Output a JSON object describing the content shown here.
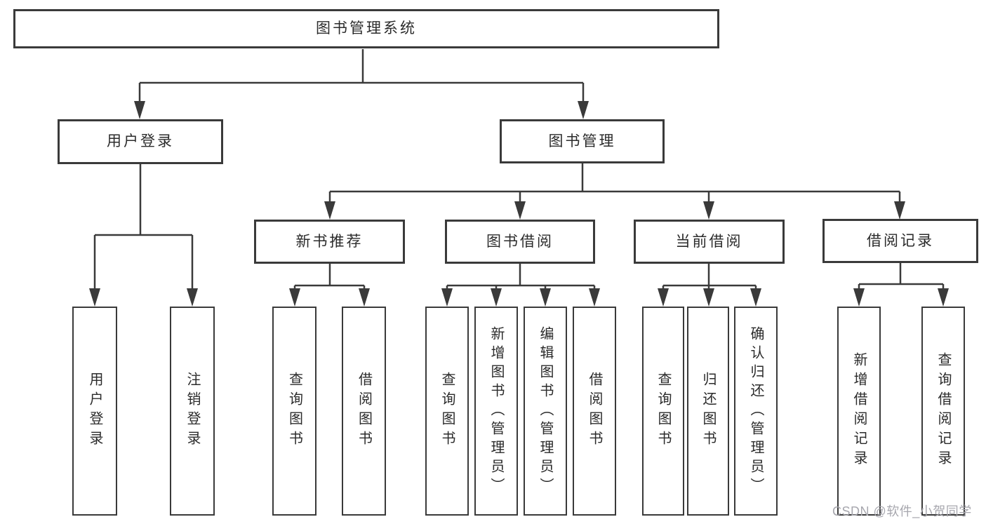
{
  "diagram": {
    "stroke_color": "#3a3a3a",
    "root": {
      "label": "图书管理系统"
    },
    "level2": {
      "user_login": {
        "label": "用户登录"
      },
      "book_mgmt": {
        "label": "图书管理"
      }
    },
    "level3": {
      "new_book_rec": {
        "label": "新书推荐"
      },
      "book_borrow": {
        "label": "图书借阅"
      },
      "current_borrow": {
        "label": "当前借阅"
      },
      "borrow_record": {
        "label": "借阅记录"
      }
    },
    "leaves": {
      "user_login_child_1": {
        "label": "用户登录"
      },
      "user_login_child_2": {
        "label": "注销登录"
      },
      "new_book_rec_child_1": {
        "label": "查询图书"
      },
      "new_book_rec_child_2": {
        "label": "借阅图书"
      },
      "book_borrow_child_1": {
        "label": "查询图书"
      },
      "book_borrow_child_2": {
        "label": "新增图书（管理员）"
      },
      "book_borrow_child_3": {
        "label": "编辑图书（管理员）"
      },
      "book_borrow_child_4": {
        "label": "借阅图书"
      },
      "current_borrow_child_1": {
        "label": "查询图书"
      },
      "current_borrow_child_2": {
        "label": "归还图书"
      },
      "current_borrow_child_3": {
        "label": "确认归还（管理员）"
      },
      "borrow_record_child_1": {
        "label": "新增借阅记录"
      },
      "borrow_record_child_2": {
        "label": "查询借阅记录"
      }
    }
  },
  "watermark": {
    "text": "CSDN @软件_小贺同学",
    "color": "#a7a7ae"
  }
}
